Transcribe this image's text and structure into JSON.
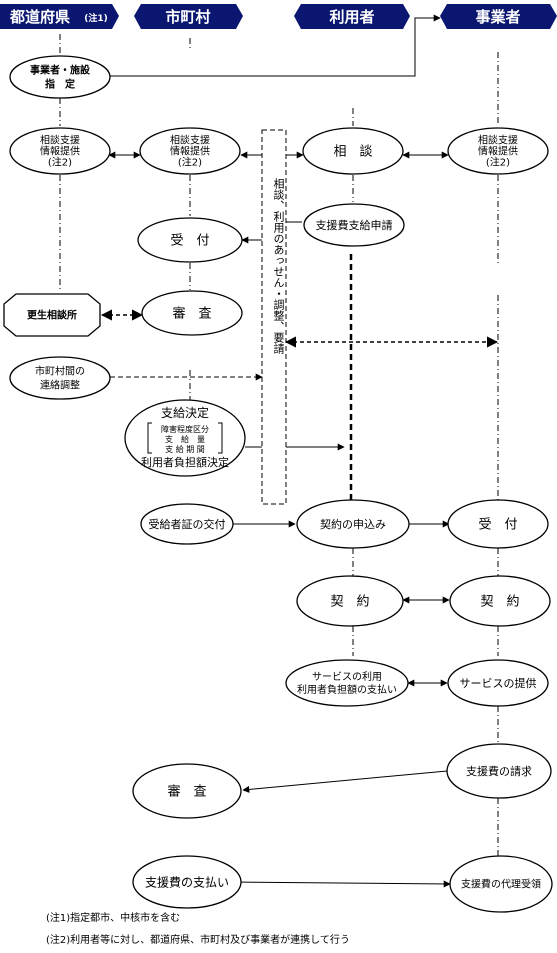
{
  "headers": {
    "pref": "都道府県",
    "pref_note": "(注1)",
    "city": "市町村",
    "user": "利用者",
    "provider": "事業者"
  },
  "nodes": {
    "designation": [
      "事業者・施設",
      "指　定"
    ],
    "pref_info": [
      "相談支援",
      "情報提供",
      "(注2)"
    ],
    "city_info": [
      "相談支援",
      "情報提供",
      "(注2)"
    ],
    "user_consult": [
      "相　談"
    ],
    "prov_info": [
      "相談支援",
      "情報提供",
      "(注2)"
    ],
    "apply": [
      "支援費支給申請"
    ],
    "city_receive": [
      "受　付"
    ],
    "rehab_center": [
      "更生相談所"
    ],
    "city_review": [
      "審　査"
    ],
    "city_liaison": [
      "市町村間の",
      "連絡調整"
    ],
    "decision_title": "支給決定",
    "decision_items": [
      "障害程度区分",
      "支　給　量",
      "支 給 期 間"
    ],
    "decision_bottom": "利用者負担額決定",
    "cert": [
      "受給者証の交付"
    ],
    "contract_apply": [
      "契約の申込み"
    ],
    "prov_receive": [
      "受　付"
    ],
    "user_contract": [
      "契　約"
    ],
    "prov_contract": [
      "契　約"
    ],
    "service_use": [
      "サービスの利用",
      "利用者負担額の支払い"
    ],
    "service_provide": [
      "サービスの提供"
    ],
    "claim": [
      "支援費の請求"
    ],
    "final_review": [
      "審　査"
    ],
    "payment": [
      "支援費の支払い"
    ],
    "proxy": [
      "支援費の代理受領"
    ]
  },
  "vertical_box_text": "相談、利用のあっせん・調整、要請",
  "notes": [
    "(注1)指定都市、中核市を含む",
    "(注2)利用者等に対し、都道府県、市町村及び事業者が連携して行う"
  ],
  "colors": {
    "header_bg": "#0a1670",
    "header_text": "#ffffff",
    "line": "#000000",
    "background": "#ffffff"
  }
}
